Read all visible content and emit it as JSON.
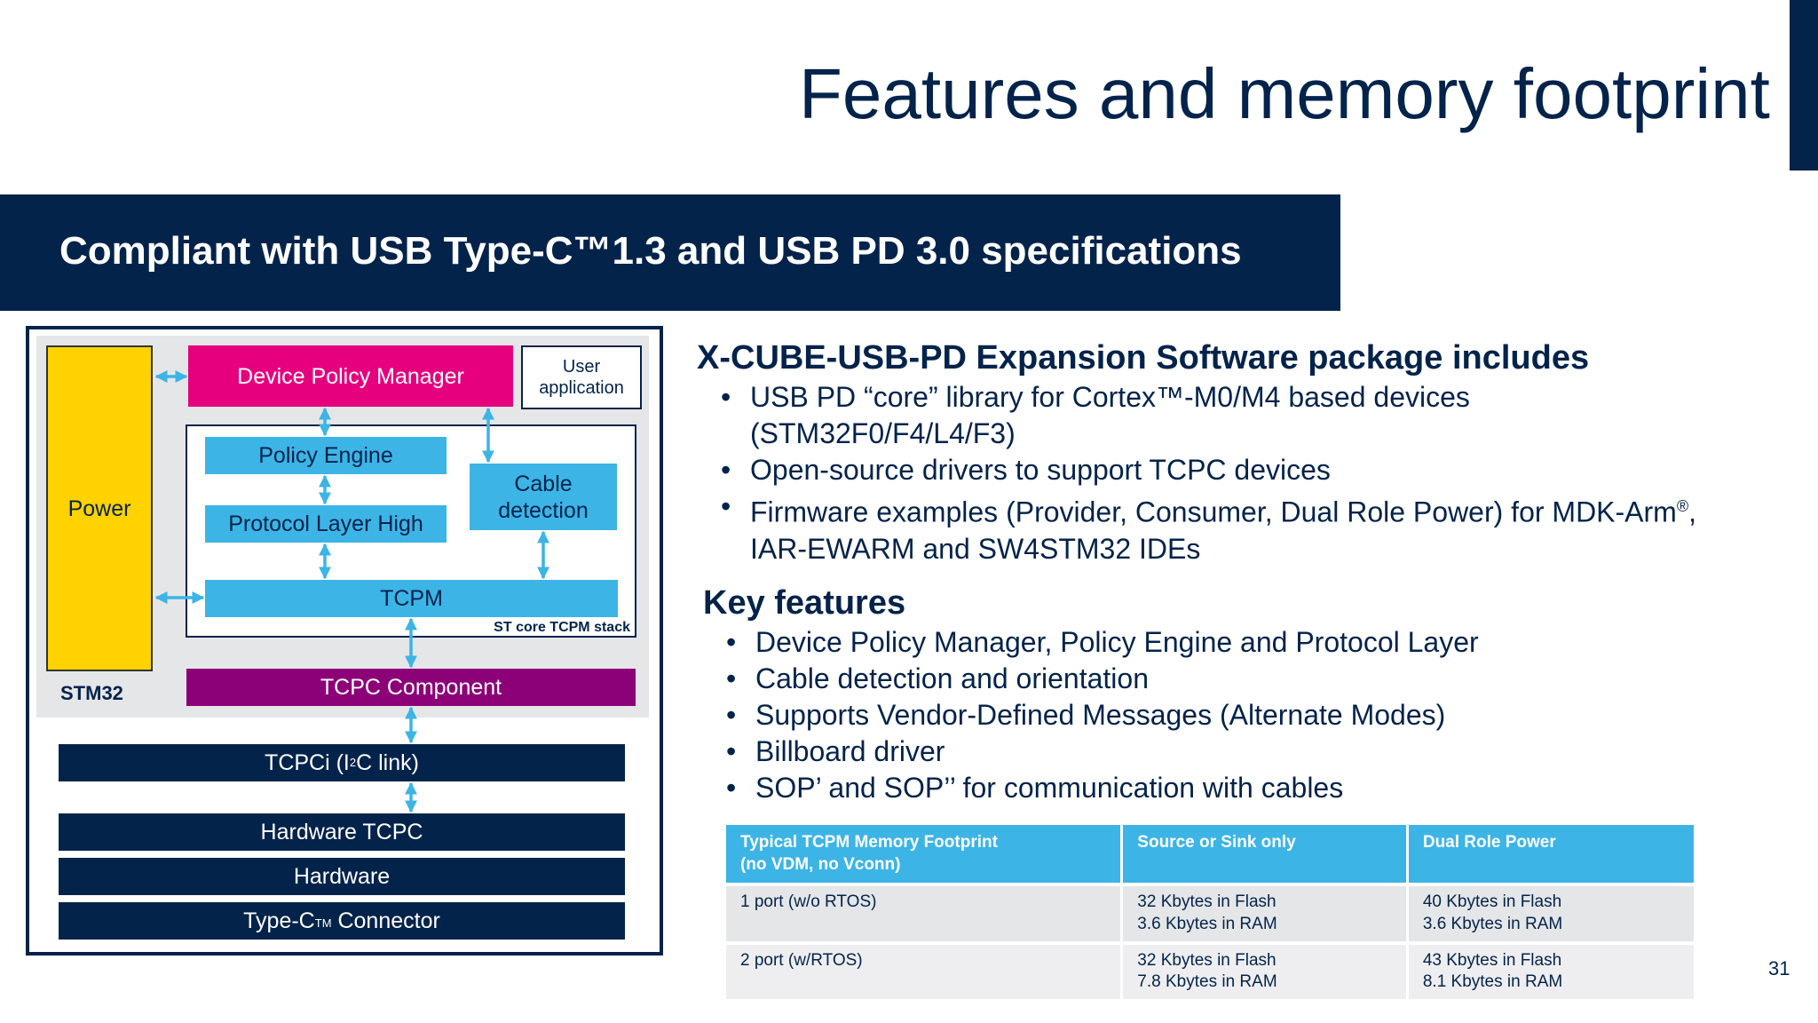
{
  "title": "Features and memory footprint",
  "banner": "Compliant with USB Type-C™1.3 and USB PD 3.0 specifications",
  "diagram": {
    "power": "Power",
    "device_policy_manager": "Device Policy Manager",
    "user_application": "User application",
    "policy_engine": "Policy Engine",
    "protocol_layer_high": "Protocol Layer High",
    "cable_detection": "Cable detection",
    "tcpm": "TCPM",
    "stack_label": "ST core TCPM stack",
    "stm32_label": "STM32",
    "tcpc_component": "TCPC Component",
    "tcpci_prefix": "TCPCi (I",
    "tcpci_suffix": "C link)",
    "hardware_tcpc": "Hardware TCPC",
    "hardware": "Hardware",
    "connector_prefix": "Type-C",
    "connector_tm": "TM",
    "connector_suffix": " Connector"
  },
  "package": {
    "heading": "X-CUBE-USB-PD Expansion Software package includes",
    "bullets": [
      {
        "line1": "USB PD “core” library for Cortex™-M0/M4 based devices",
        "line2": "(STM32F0/F4/L4/F3)"
      },
      {
        "line1": "Open-source drivers to support TCPC devices"
      },
      {
        "line1": "Firmware examples (Provider, Consumer, Dual Role Power) for MDK-Arm",
        "sup": "®",
        "tail": ",",
        "line2": "IAR-EWARM and SW4STM32 IDEs"
      }
    ]
  },
  "key_features": {
    "heading": "Key features",
    "bullets": [
      "Device Policy Manager, Policy Engine and Protocol Layer",
      "Cable detection and orientation",
      "Supports Vendor-Defined Messages (Alternate Modes)",
      "Billboard driver",
      "SOP’ and SOP’’ for communication with cables"
    ]
  },
  "memory_table": {
    "headers": [
      {
        "line1": "Typical TCPM Memory Footprint",
        "line2": "(no VDM, no Vconn)"
      },
      {
        "line1": "Source or Sink only"
      },
      {
        "line1": "Dual Role Power"
      }
    ],
    "rows": [
      {
        "config": "1 port (w/o RTOS)",
        "source_sink": [
          "32 Kbytes in Flash",
          "3.6 Kbytes in RAM"
        ],
        "dual_role": [
          "40 Kbytes in Flash",
          "3.6 Kbytes in RAM"
        ]
      },
      {
        "config": "2 port (w/RTOS)",
        "source_sink": [
          "32 Kbytes in Flash",
          "7.8 Kbytes in RAM"
        ],
        "dual_role": [
          "43 Kbytes in Flash",
          "8.1 Kbytes in RAM"
        ]
      }
    ]
  },
  "page_number": "31",
  "colors": {
    "navy": "#03234b",
    "light_blue": "#3cb4e6",
    "pink": "#e6007e",
    "purple": "#8c0078",
    "yellow": "#ffd200",
    "grey": "#e5e6e8"
  }
}
